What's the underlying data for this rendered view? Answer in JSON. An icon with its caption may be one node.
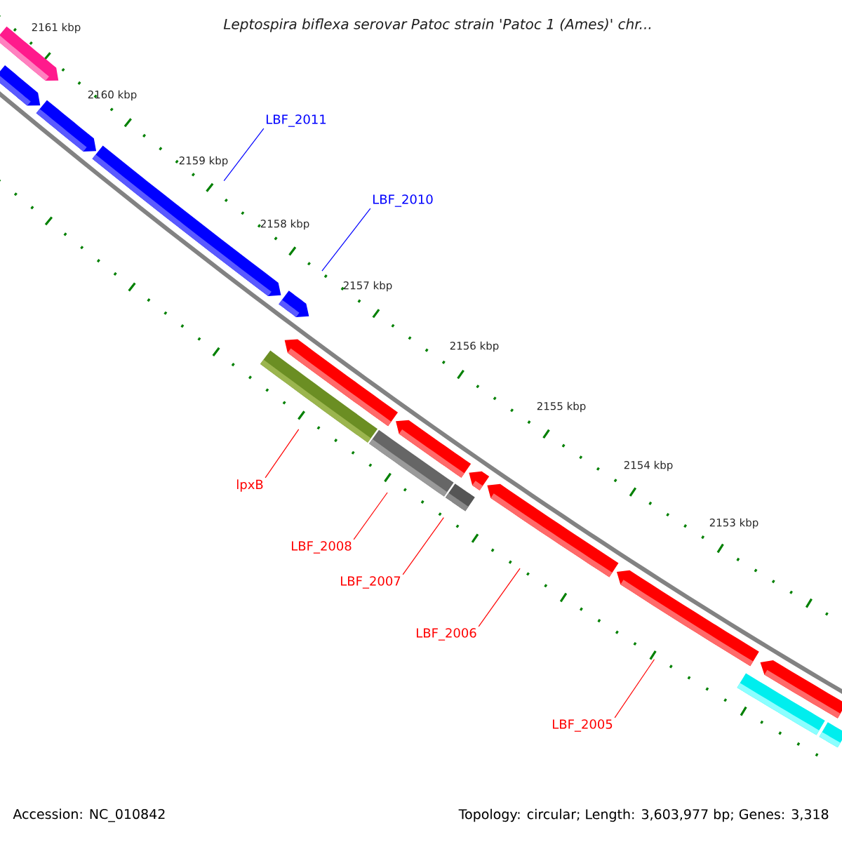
{
  "diagram": {
    "title": "Leptospira biflexa serovar Patoc strain 'Patoc 1 (Ames)' chr...",
    "nodes": [
      {
        "text": [],
        "shape": "bar"
      },
      {
        "text": [],
        "shape": "bar"
      },
      {
        "text": [],
        "shape": "bar"
      },
      {
        "text": [],
        "shape": "bar"
      },
      {
        "text": [],
        "shape": "bar"
      },
      {
        "text": [],
        "shape": "bar"
      },
      {
        "text": [],
        "shape": "bar"
      },
      {
        "text": [],
        "shape": "bar"
      },
      {
        "text": [],
        "shape": "bar"
      },
      {
        "text": [],
        "shape": "bar"
      },
      {
        "text": [],
        "shape": "bar"
      },
      {
        "text": [],
        "shape": "bar"
      },
      {
        "text": [],
        "shape": "bar"
      },
      {
        "text": [],
        "shape": "bar"
      },
      {
        "text": [],
        "shape": "bar"
      },
      {
        "text": [],
        "shape": "bar"
      },
      {
        "text": [
          "LBF_2011"
        ]
      },
      {
        "text": [
          "LBF_2010"
        ]
      },
      {
        "text": [
          "lpxB"
        ]
      },
      {
        "text": [
          "LBF_2008"
        ]
      },
      {
        "text": [
          "LBF_2007"
        ]
      },
      {
        "text": [
          "LBF_2006"
        ]
      },
      {
        "text": [
          "LBF_2005"
        ]
      }
    ],
    "edges": [
      {
        "from": 16,
        "to": 3,
        "arrow": "none",
        "color": "#0000ff"
      },
      {
        "from": 17,
        "to": 4,
        "arrow": "none",
        "color": "#0000ff"
      },
      {
        "from": 18,
        "to": 5,
        "arrow": "none"
      },
      {
        "from": 19,
        "to": 7,
        "arrow": "none"
      },
      {
        "from": 20,
        "to": 9,
        "arrow": "none"
      },
      {
        "from": 21,
        "to": 11,
        "arrow": "none"
      },
      {
        "from": 22,
        "to": 12,
        "arrow": "none"
      }
    ],
    "labels": [
      "2161 kbp",
      "2160 kbp",
      "2159 kbp",
      "2158 kbp",
      "2157 kbp",
      "2156 kbp",
      "2155 kbp",
      "2154 kbp",
      "2153 kbp",
      "Accession: NC_010842",
      "Topology: circular; Length: 3,603,977 bp; Genes: 3,318"
    ]
  }
}
